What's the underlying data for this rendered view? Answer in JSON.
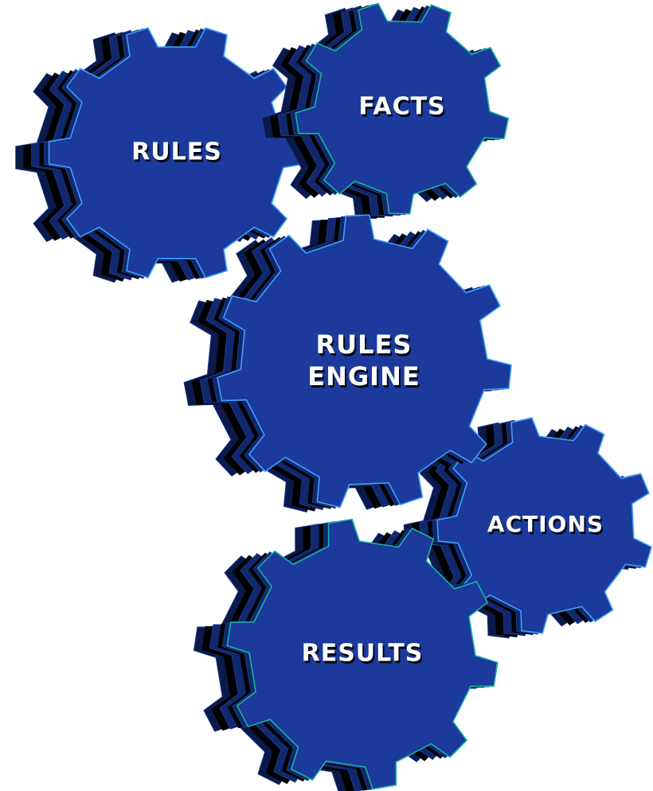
{
  "diagram": {
    "gears": [
      {
        "id": "rules",
        "lines": [
          "RULES"
        ]
      },
      {
        "id": "facts",
        "lines": [
          "FACTS"
        ]
      },
      {
        "id": "engine",
        "lines": [
          "RULES",
          "ENGINE"
        ]
      },
      {
        "id": "actions",
        "lines": [
          "ACTIONS"
        ]
      },
      {
        "id": "results",
        "lines": [
          "RESULTS"
        ]
      }
    ]
  },
  "colors": {
    "gear_face": "#1b3a9c",
    "gear_side": "#12286e",
    "gear_deep": "#0b1a4a",
    "gear_shadow": "#000000",
    "edge_blue": "#3fa0ff",
    "edge_teal": "#19b3a0",
    "label": "#ffffff"
  }
}
